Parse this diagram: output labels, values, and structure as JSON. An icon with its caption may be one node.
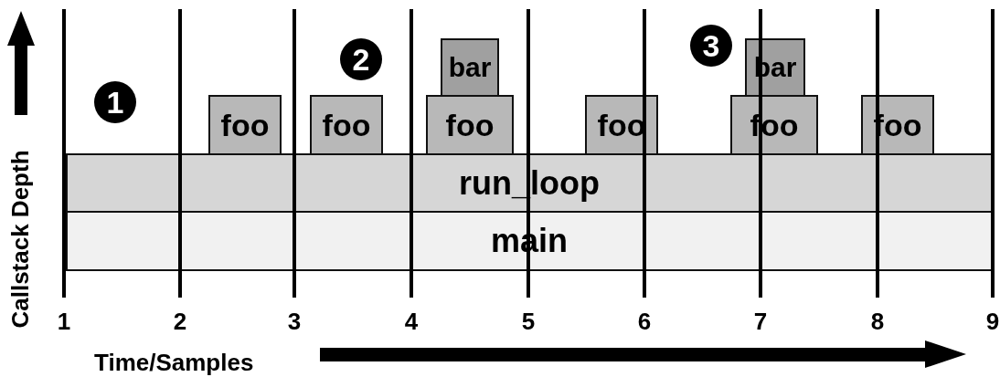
{
  "diagram": {
    "nodes": [
      {
        "text": [
          "bar"
        ]
      },
      {
        "text": [
          "bar"
        ]
      },
      {
        "text": [
          "foo"
        ]
      },
      {
        "text": [
          "foo"
        ]
      },
      {
        "text": [
          "foo"
        ]
      },
      {
        "text": [
          "foo"
        ]
      },
      {
        "text": [
          "foo"
        ]
      },
      {
        "text": [
          "foo"
        ]
      },
      {
        "text": [
          "run_loop"
        ]
      },
      {
        "text": [
          "main"
        ]
      }
    ],
    "labels": [
      "3",
      "2",
      "1",
      "Callstack Depth",
      "1",
      "2",
      "3",
      "4",
      "5",
      "6",
      "7",
      "8",
      "9",
      "Time/Samples"
    ]
  }
}
